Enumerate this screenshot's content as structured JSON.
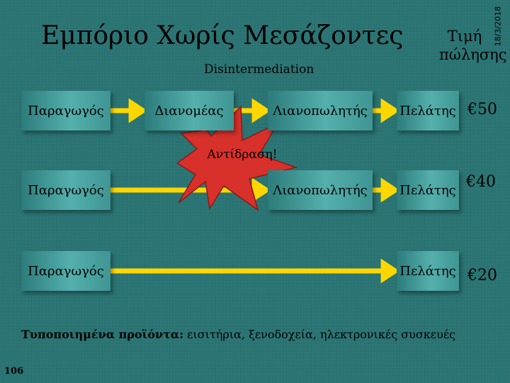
{
  "title": "Εμπόριο Χωρίς Μεσάζοντες",
  "subtitle": "Disintermediation",
  "price_header": [
    "Τιμή",
    "πώλησης"
  ],
  "date": "18/3/2018",
  "rows": [
    {
      "producer": "Παραγωγός",
      "distributor": "Διανομέας",
      "retailer": "Λιανοπωλητής",
      "customer": "Πελάτης",
      "price": "€50"
    },
    {
      "producer": "Παραγωγός",
      "retailer": "Λιανοπωλητής",
      "customer": "Πελάτης",
      "price": "€40"
    },
    {
      "producer": "Παραγωγός",
      "customer": "Πελάτης",
      "price": "€20"
    }
  ],
  "reaction_label": "Αντίδραση!",
  "footnote": {
    "label": "Τυποποιημένα προϊόντα:",
    "text": " εισιτήρια, ξενοδοχεία, ηλεκτρονικές συσκευές"
  },
  "page_number": "106",
  "colors": {
    "background": "#2a7473",
    "arrow": "#ffd700",
    "star": "#d8302a",
    "box_light": "#54b0ad"
  }
}
